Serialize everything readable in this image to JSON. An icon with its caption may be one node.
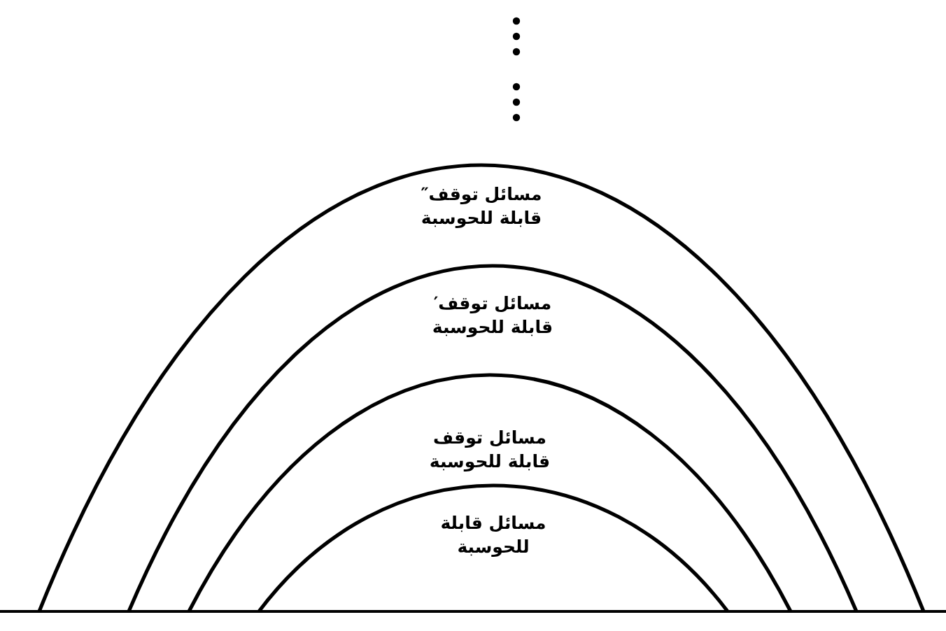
{
  "diagram": {
    "nodes": [
      {
        "text": [
          "مسائل توقف″ قابلة للحوسبة"
        ]
      },
      {
        "text": [
          "مسائل توقف′ قابلة للحوسبة"
        ],
        "in": 0
      },
      {
        "text": [
          "مسائل توقف قابلة للحوسبة"
        ],
        "in": 1
      },
      {
        "text": [
          "مسائل قابلة للحوسبة"
        ],
        "in": 2
      }
    ]
  }
}
